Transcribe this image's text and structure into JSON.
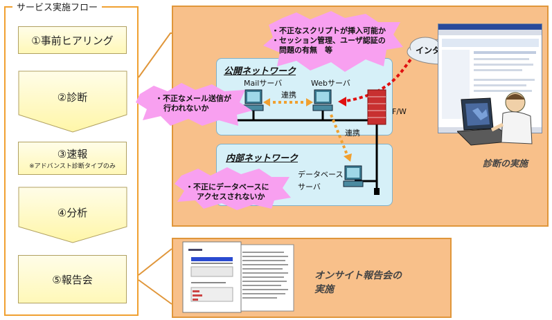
{
  "flow": {
    "title": "サービス実施フロー",
    "steps": [
      {
        "label": "①事前ヒアリング"
      },
      {
        "label": "②診断"
      },
      {
        "label": "③速報",
        "note": "※アドバンスト診断タイプのみ"
      },
      {
        "label": "④分析"
      },
      {
        "label": "⑤報告会"
      }
    ]
  },
  "diagnosis": {
    "caption": "診断の実施",
    "public_network": "公開ネットワーク",
    "internal_network": "内部ネットワーク",
    "mail_server": "Mailサーバ",
    "web_server": "Webサーバ",
    "db_server_line1": "データベース",
    "db_server_line2": "サーバ",
    "link_label_1": "連携",
    "link_label_2": "連携",
    "firewall": "F/W",
    "internet": "インターネット",
    "burst_top_line1": "・不正なスクリプトが挿入可能か",
    "burst_top_line2": "・セッション管理、ユーザ認証の",
    "burst_top_line3": "問題の有無　等",
    "burst_mail_line1": "・不正なメール送信が",
    "burst_mail_line2": "行われないか",
    "burst_db_line1": "・不正にデータベースに",
    "burst_db_line2": "アクセスされないか"
  },
  "report": {
    "caption_line1": "オンサイト報告会の",
    "caption_line2": "実施"
  },
  "colors": {
    "orange_panel": "#f8c08a",
    "orange_border": "#e0963a",
    "network_fill": "#d6f0f8",
    "burst_fill": "#f8a0f0",
    "attack_red": "#e01010",
    "link_orange": "#f0a030"
  }
}
